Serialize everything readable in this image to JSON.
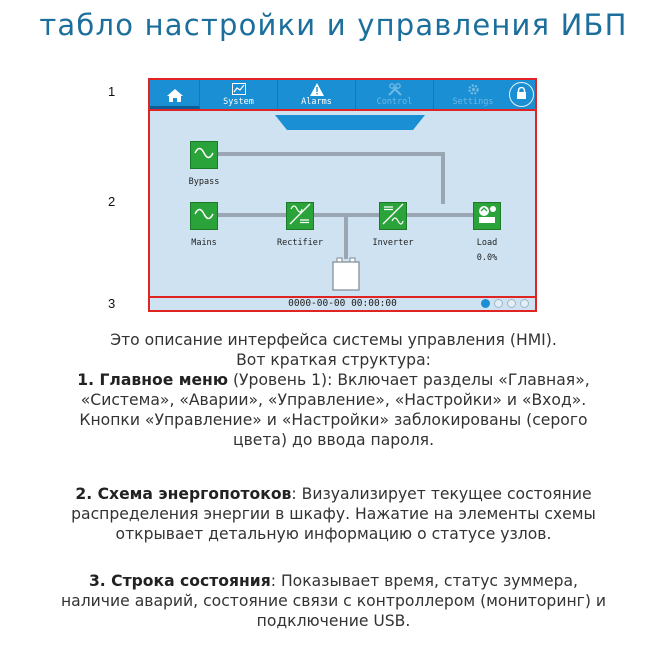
{
  "title": "табло настройки и управления ИБП",
  "section_numbers": [
    "1",
    "2",
    "3"
  ],
  "hmi": {
    "menu": [
      {
        "id": "home",
        "label": "",
        "icon": "home-icon",
        "disabled": false
      },
      {
        "id": "system",
        "label": "System",
        "icon": "chart-icon",
        "disabled": false
      },
      {
        "id": "alarms",
        "label": "Alarms",
        "icon": "warning-icon",
        "disabled": false
      },
      {
        "id": "control",
        "label": "Control",
        "icon": "tools-icon",
        "disabled": true
      },
      {
        "id": "settings",
        "label": "Settings",
        "icon": "gear-icon",
        "disabled": true
      }
    ],
    "lock_icon": "lock-icon",
    "nodes": {
      "bypass": {
        "label": "Bypass",
        "icon": "sine-icon"
      },
      "mains": {
        "label": "Mains",
        "icon": "sine-icon"
      },
      "rectifier": {
        "label": "Rectifier",
        "icon": "ac-dc-icon"
      },
      "inverter": {
        "label": "Inverter",
        "icon": "dc-ac-icon"
      },
      "load": {
        "label": "Load",
        "value": "0.0%",
        "icon": "load-icon"
      },
      "battery": {
        "icon": "battery-icon"
      }
    },
    "status": {
      "time": "0000-00-00 00:00:00",
      "icons": [
        "buzzer-icon",
        "alarm-status-icon",
        "monitoring-icon",
        "usb-icon"
      ]
    },
    "colors": {
      "menu_bar": "#1a8fd3",
      "background": "#cfe2f1",
      "node": "#2aa33a",
      "highlight": "#e02424",
      "line": "#9aa7b2"
    }
  },
  "description": {
    "intro_1": "Это описание интерфейса системы управления (HMI).",
    "intro_2": "Вот краткая структура:",
    "item1_title": "1. Главное меню",
    "item1_text_1": " (Уровень 1): Включает разделы «Главная»,",
    "item1_text_2": "«Система», «Аварии», «Управление», «Настройки» и «Вход».",
    "item1_text_3": "Кнопки «Управление» и «Настройки» заблокированы (серого",
    "item1_text_4": "цвета) до ввода пароля.",
    "item2_title": "2. Схема энергопотоков",
    "item2_text_1": ": Визуализирует текущее состояние",
    "item2_text_2": "распределения энергии в шкафу. Нажатие на элементы схемы",
    "item2_text_3": "открывает детальную информацию о статусе узлов.",
    "item3_title": "3. Строка состояния",
    "item3_text_1": ": Показывает время, статус зуммера,",
    "item3_text_2": "наличие аварий, состояние связи с контроллером (мониторинг) и",
    "item3_text_3": "подключение USB."
  }
}
